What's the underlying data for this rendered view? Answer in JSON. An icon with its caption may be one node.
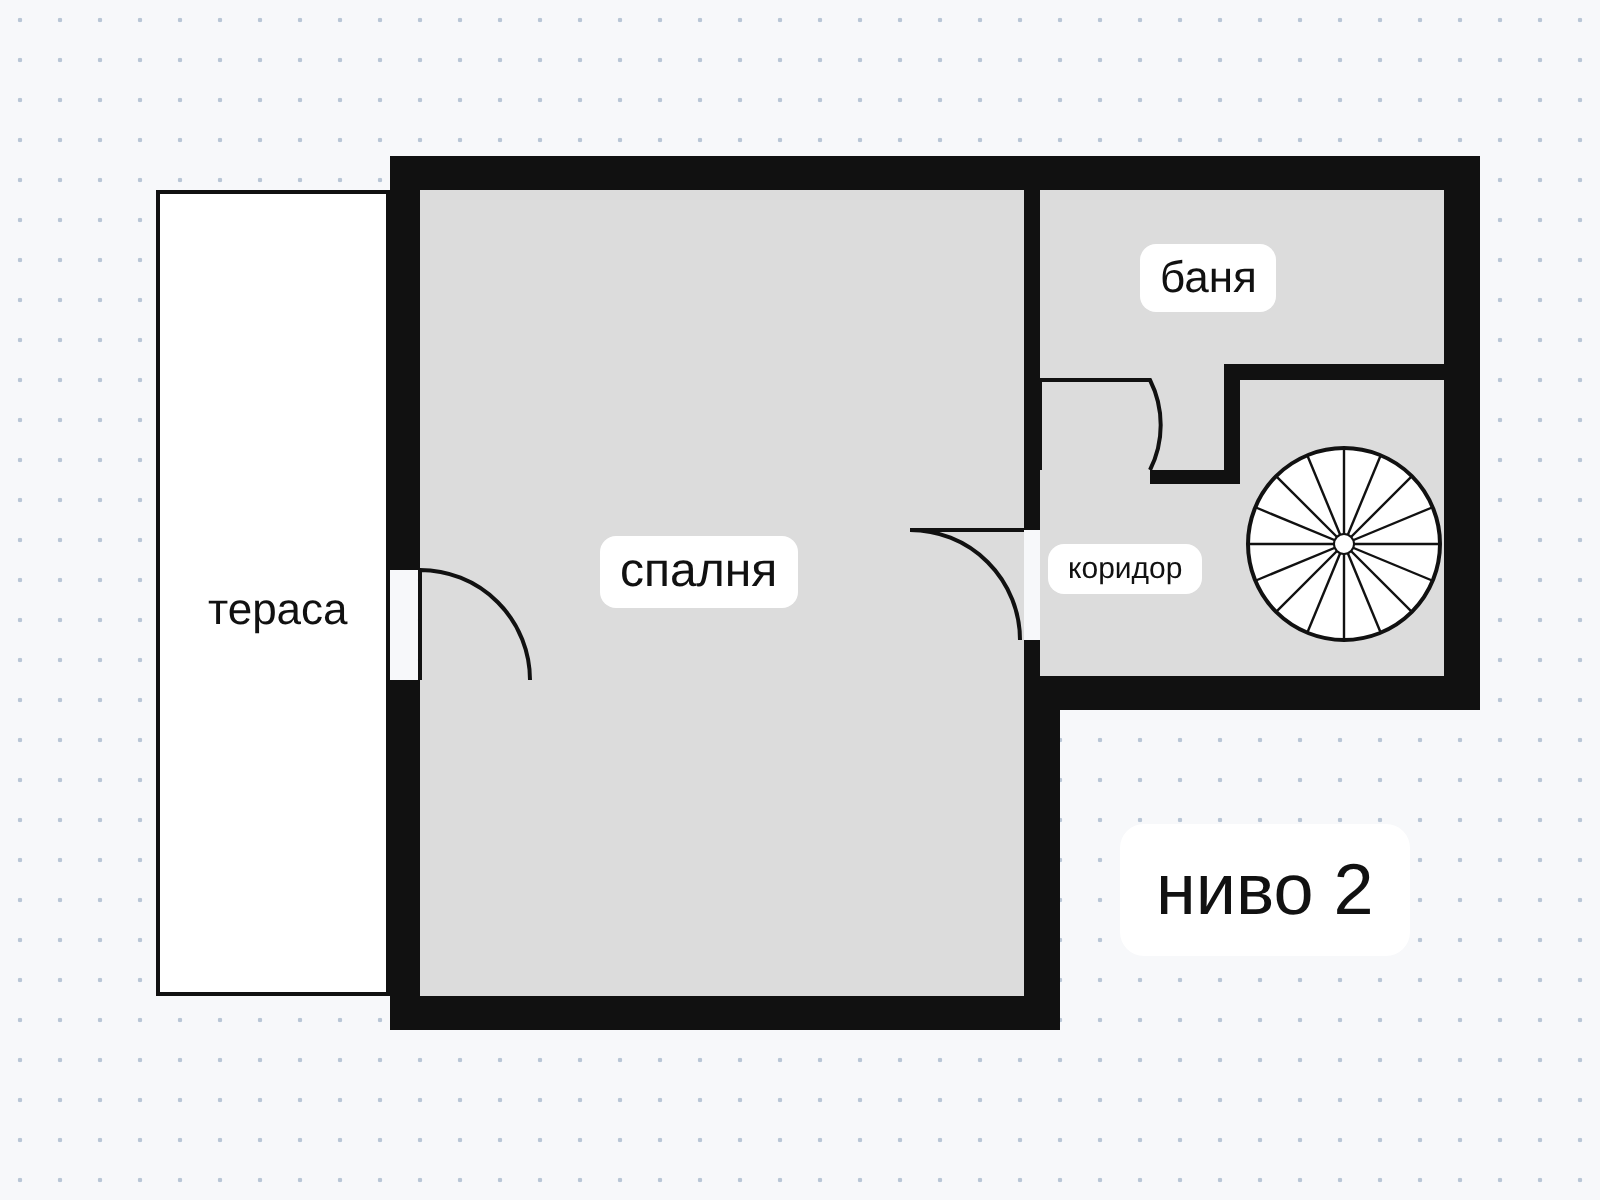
{
  "diagram": {
    "nodes": [
      {
        "text": [
          "тераса"
        ]
      },
      {
        "text": [
          "спалня"
        ]
      },
      {
        "text": [
          "баня"
        ]
      },
      {
        "text": [
          "коридор"
        ]
      }
    ],
    "labels": [
      "ниво 2"
    ]
  }
}
